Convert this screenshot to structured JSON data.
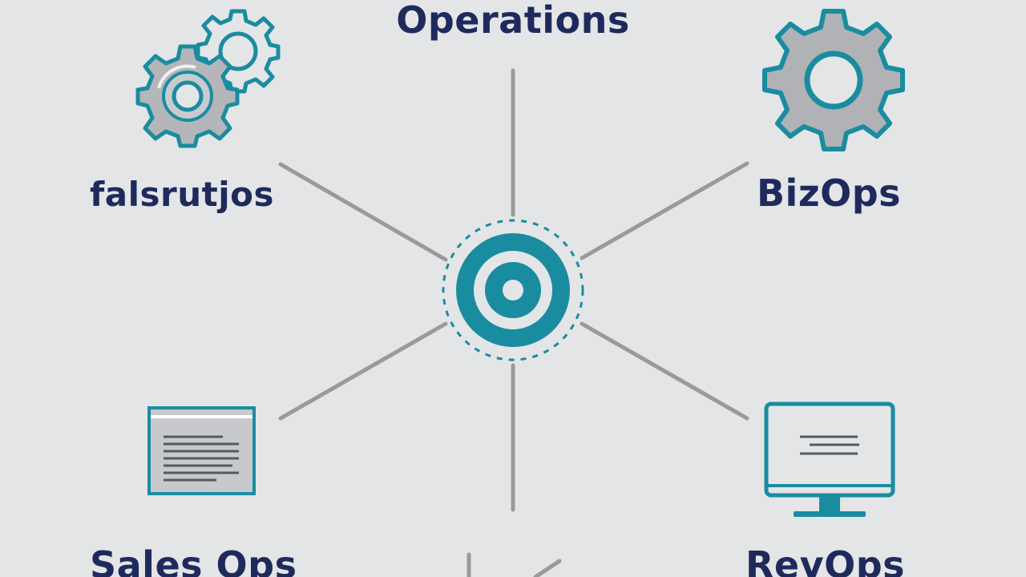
{
  "diagram": {
    "title": "Operations",
    "nodes": [
      {
        "id": "top",
        "label": "Operations",
        "icon": "none"
      },
      {
        "id": "left",
        "label": "falsrutjos",
        "icon": "gears-icon"
      },
      {
        "id": "right",
        "label": "BizOps",
        "icon": "gear-icon"
      },
      {
        "id": "bottom_left",
        "label": "Sales Ops",
        "icon": "document-window-icon"
      },
      {
        "id": "bottom_right",
        "label": "RevOps",
        "icon": "monitor-icon"
      }
    ],
    "hub": {
      "icon": "target-icon"
    },
    "connections": [
      {
        "from": "hub",
        "to": "top"
      },
      {
        "from": "hub",
        "to": "left"
      },
      {
        "from": "hub",
        "to": "right"
      },
      {
        "from": "hub",
        "to": "bottom_left"
      },
      {
        "from": "hub",
        "to": "bottom_right"
      },
      {
        "from": "hub",
        "to": "bottom"
      }
    ],
    "colors": {
      "background": "#e4e5e7",
      "text": "#1f2a5c",
      "accent": "#1a8ca0",
      "connector": "#9a9a9a",
      "icon_fill": "#b4b6b9"
    }
  }
}
